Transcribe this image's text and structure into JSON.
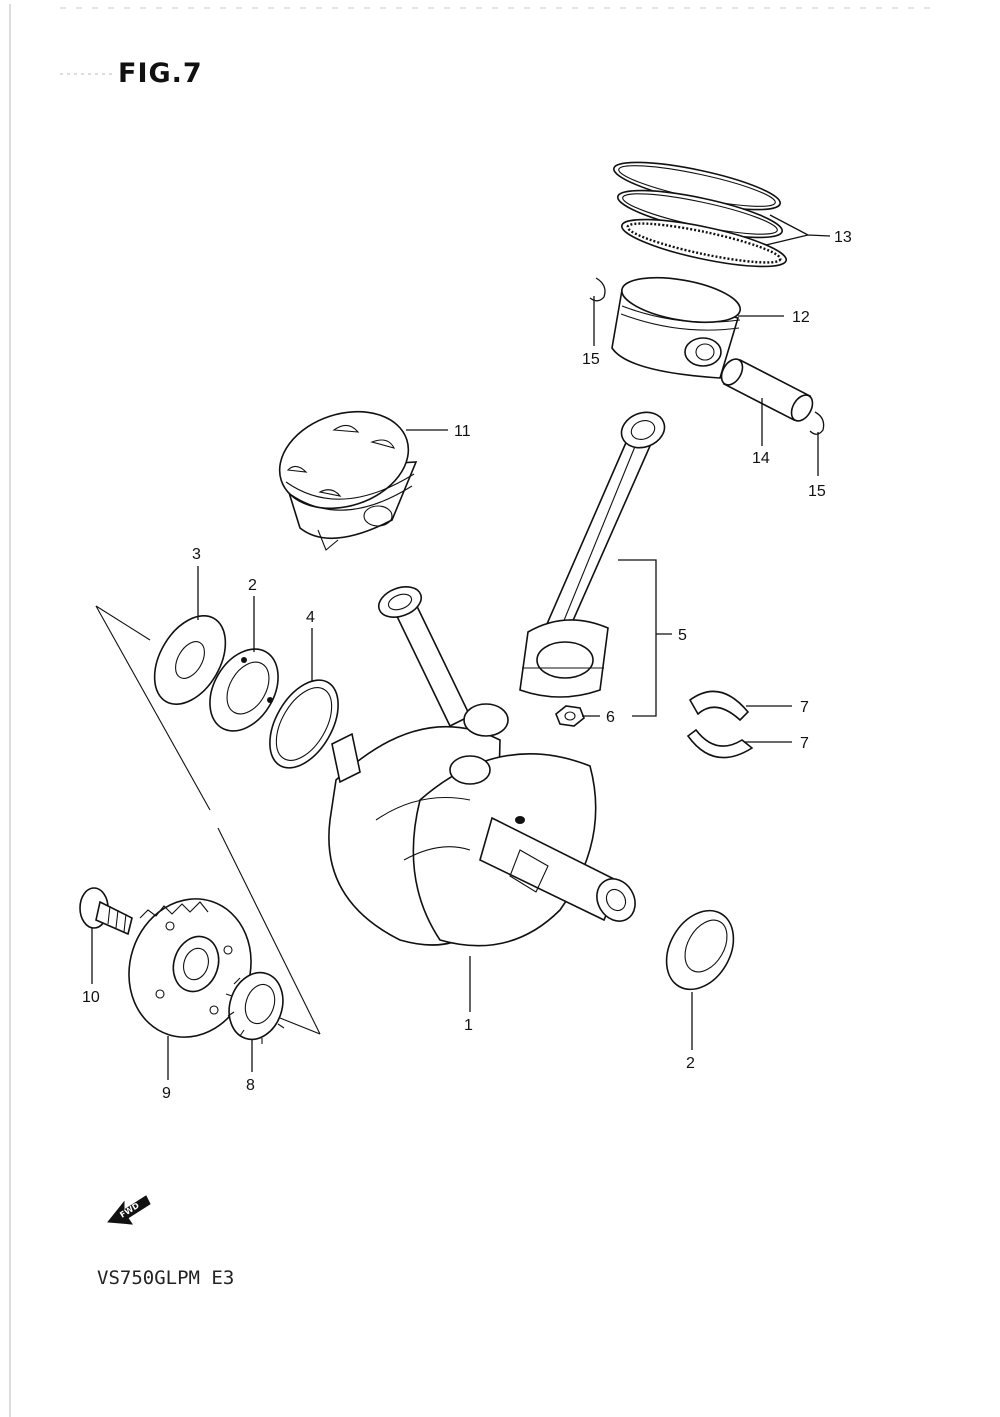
{
  "figure": {
    "title": "FIG.7",
    "model_code": "VS750GLPM E3",
    "fwd_label": "FWD"
  },
  "callouts": [
    {
      "id": "crankshaft",
      "label": "1"
    },
    {
      "id": "bearing-left",
      "label": "2"
    },
    {
      "id": "bearing-right",
      "label": "2"
    },
    {
      "id": "washer",
      "label": "3"
    },
    {
      "id": "shim",
      "label": "4"
    },
    {
      "id": "conrod-assembly",
      "label": "5"
    },
    {
      "id": "nut",
      "label": "6"
    },
    {
      "id": "bearing-upper",
      "label": "7"
    },
    {
      "id": "bearing-lower",
      "label": "7"
    },
    {
      "id": "drive-gear",
      "label": "8"
    },
    {
      "id": "starter-gear",
      "label": "9"
    },
    {
      "id": "bolt",
      "label": "10"
    },
    {
      "id": "piston-front",
      "label": "11"
    },
    {
      "id": "piston-rear",
      "label": "12"
    },
    {
      "id": "piston-rings",
      "label": "13"
    },
    {
      "id": "piston-pin",
      "label": "14"
    },
    {
      "id": "circlip-left",
      "label": "15"
    },
    {
      "id": "circlip-right",
      "label": "15"
    }
  ]
}
